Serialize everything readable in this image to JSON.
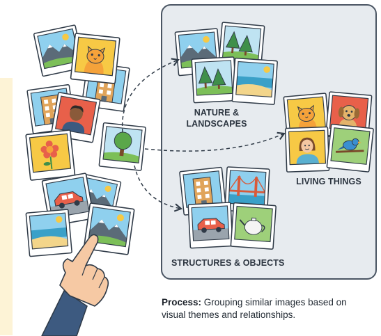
{
  "groups": {
    "nature": {
      "label_line1": "NATURE &",
      "label_line2": "LANDSCAPES"
    },
    "living": {
      "label": "LIVING THINGS"
    },
    "structures": {
      "label": "STRUCTURES & OBJECTS"
    }
  },
  "caption": {
    "bold": "Process:",
    "text": " Grouping similar images based on visual themes and relationships."
  },
  "colors": {
    "panel_bg": "#e7ebef",
    "panel_border": "#4a5563",
    "outline": "#2f3a47",
    "sky": "#8fd0ee",
    "grass": "#7cbf58",
    "orange": "#f5a23a",
    "yellow_photo": "#f7c945",
    "sleeve": "#3d5a80"
  }
}
